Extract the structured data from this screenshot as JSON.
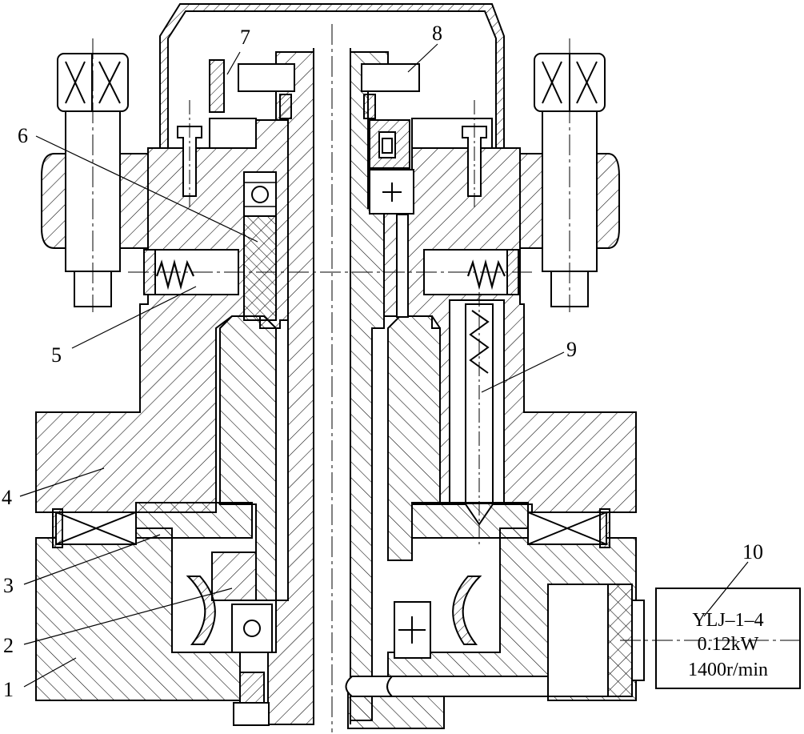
{
  "diagram": {
    "callouts": [
      {
        "id": "1",
        "text": "1"
      },
      {
        "id": "2",
        "text": "2"
      },
      {
        "id": "3",
        "text": "3"
      },
      {
        "id": "4",
        "text": "4"
      },
      {
        "id": "5",
        "text": "5"
      },
      {
        "id": "6",
        "text": "6"
      },
      {
        "id": "7",
        "text": "7"
      },
      {
        "id": "8",
        "text": "8"
      },
      {
        "id": "9",
        "text": "9"
      },
      {
        "id": "10",
        "text": "10"
      }
    ],
    "motor": {
      "model": "YLJ–1–4",
      "power": "0.12kW",
      "speed": "1400r/min"
    },
    "colors": {
      "line": "#000000",
      "background": "#ffffff"
    }
  }
}
